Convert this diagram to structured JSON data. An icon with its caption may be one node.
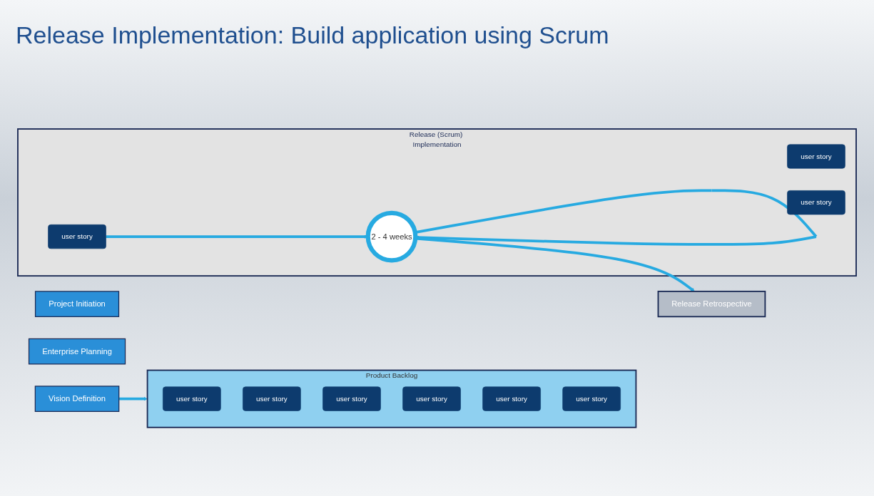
{
  "diagram": {
    "title": "Release Implementation: Build application using Scrum",
    "nodes": [
      {
        "text": [
          "Vision Definition"
        ]
      },
      {
        "text": [
          "Project Initiation"
        ]
      },
      {
        "text": [
          "Enterprise Planning"
        ]
      },
      {
        "text": [
          "Product Backlog"
        ]
      },
      {
        "text": [
          "user story"
        ],
        "in": 3
      },
      {
        "text": [
          "user story"
        ],
        "in": 3
      },
      {
        "text": [
          "user story"
        ],
        "in": 3
      },
      {
        "text": [
          "user story"
        ],
        "in": 3
      },
      {
        "text": [
          "user story"
        ],
        "in": 3
      },
      {
        "text": [
          "user story"
        ],
        "in": 3
      },
      {
        "text": [
          "Release (Scrum) Implementation"
        ]
      },
      {
        "text": [
          "user story"
        ],
        "in": 10
      },
      {
        "text": [
          "user story"
        ],
        "in": 10
      },
      {
        "text": [
          "user story"
        ],
        "in": 10
      },
      {
        "text": [
          "2 - 4 weeks"
        ],
        "in": 10
      },
      {
        "text": [
          "Release Retrospective"
        ]
      }
    ],
    "edges": [
      {
        "from": 0,
        "to": 3,
        "arrow": "to"
      },
      {
        "from": 13,
        "to": 14,
        "arrow": "to"
      },
      {
        "from": 14,
        "to": 14,
        "arrow": "to"
      },
      {
        "from": 14,
        "to": 15,
        "arrow": "to"
      }
    ]
  }
}
